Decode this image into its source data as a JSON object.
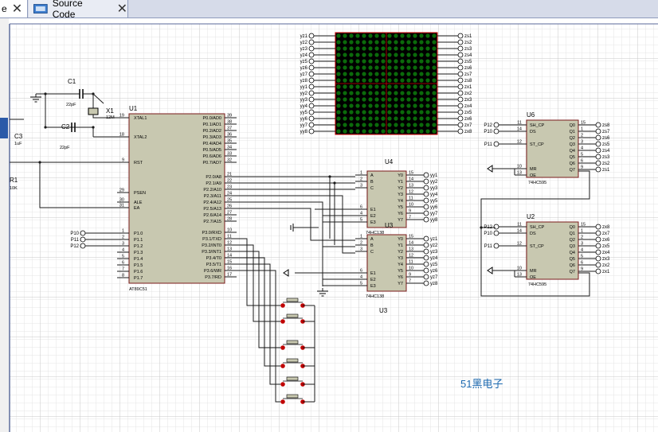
{
  "tabs": [
    {
      "label": "e",
      "closable": true
    },
    {
      "label": "Source Code",
      "closable": true
    }
  ],
  "mcu": {
    "name": "U1",
    "part": "AT89C51",
    "left_pins": [
      {
        "num": "19",
        "label": "XTAL1"
      },
      {
        "num": "18",
        "label": "XTAL2"
      },
      {
        "num": "9",
        "label": "RST"
      },
      {
        "num": "29",
        "label": "PSEN"
      },
      {
        "num": "30",
        "label": "ALE"
      },
      {
        "num": "31",
        "label": "EA"
      },
      {
        "num": "1",
        "label": "P1.0"
      },
      {
        "num": "2",
        "label": "P1.1"
      },
      {
        "num": "3",
        "label": "P1.2"
      },
      {
        "num": "4",
        "label": "P1.3"
      },
      {
        "num": "5",
        "label": "P1.4"
      },
      {
        "num": "6",
        "label": "P1.5"
      },
      {
        "num": "7",
        "label": "P1.6"
      },
      {
        "num": "8",
        "label": "P1.7"
      }
    ],
    "right_pins": [
      {
        "num": "39",
        "label": "P0.0/AD0"
      },
      {
        "num": "38",
        "label": "P0.1/AD1"
      },
      {
        "num": "37",
        "label": "P0.2/AD2"
      },
      {
        "num": "36",
        "label": "P0.3/AD3"
      },
      {
        "num": "35",
        "label": "P0.4/AD4"
      },
      {
        "num": "34",
        "label": "P0.5/AD5"
      },
      {
        "num": "33",
        "label": "P0.6/AD6"
      },
      {
        "num": "32",
        "label": "P0.7/AD7"
      },
      {
        "num": "21",
        "label": "P2.0/A8"
      },
      {
        "num": "22",
        "label": "P2.1/A9"
      },
      {
        "num": "23",
        "label": "P2.2/A10"
      },
      {
        "num": "24",
        "label": "P2.3/A11"
      },
      {
        "num": "25",
        "label": "P2.4/A12"
      },
      {
        "num": "26",
        "label": "P2.5/A13"
      },
      {
        "num": "27",
        "label": "P2.6/A14"
      },
      {
        "num": "28",
        "label": "P2.7/A15"
      },
      {
        "num": "10",
        "label": "P3.0/RXD"
      },
      {
        "num": "11",
        "label": "P3.1/TXD"
      },
      {
        "num": "12",
        "label": "P3.2/INT0"
      },
      {
        "num": "13",
        "label": "P3.3/INT1"
      },
      {
        "num": "14",
        "label": "P3.4/T0"
      },
      {
        "num": "15",
        "label": "P3.5/T1"
      },
      {
        "num": "16",
        "label": "P3.6/WR"
      },
      {
        "num": "17",
        "label": "P3.7/RD"
      }
    ],
    "port_labels": [
      "P10",
      "P11",
      "P12"
    ]
  },
  "passives": {
    "c1": {
      "name": "C1",
      "value": "22pF"
    },
    "c2": {
      "name": "C2",
      "value": "22pF"
    },
    "c3": {
      "name": "C3",
      "value": "1uF"
    },
    "x1": {
      "name": "X1",
      "value": "12M"
    },
    "r1": {
      "name": "R1",
      "value": "10K"
    }
  },
  "decoders": [
    {
      "name": "U4",
      "part": "74HC138",
      "outputs": [
        "yy1",
        "yy2",
        "yy3",
        "yy4",
        "yy5",
        "yy6",
        "yy7",
        "yy8"
      ]
    },
    {
      "name": "U3",
      "part": "74HC138",
      "outputs": [
        "yz1",
        "yz2",
        "yz3",
        "yz4",
        "yz5",
        "yz6",
        "yz7",
        "yz8"
      ]
    }
  ],
  "decoder_pins": {
    "left": [
      {
        "num": "1",
        "label": "A"
      },
      {
        "num": "2",
        "label": "B"
      },
      {
        "num": "3",
        "label": "C"
      },
      {
        "num": "6",
        "label": "E1"
      },
      {
        "num": "4",
        "label": "E2"
      },
      {
        "num": "5",
        "label": "E3"
      }
    ],
    "right": [
      {
        "num": "15",
        "label": "Y0"
      },
      {
        "num": "14",
        "label": "Y1"
      },
      {
        "num": "13",
        "label": "Y2"
      },
      {
        "num": "12",
        "label": "Y3"
      },
      {
        "num": "11",
        "label": "Y4"
      },
      {
        "num": "10",
        "label": "Y5"
      },
      {
        "num": "9",
        "label": "Y6"
      },
      {
        "num": "7",
        "label": "Y7"
      }
    ]
  },
  "shift_registers": [
    {
      "name": "U6",
      "part": "74HC595",
      "outputs": [
        "zs8",
        "zs7",
        "zs6",
        "zs5",
        "zs4",
        "zs3",
        "zs2",
        "zs1"
      ]
    },
    {
      "name": "U2",
      "part": "74HC595",
      "outputs": [
        "zx8",
        "zx7",
        "zx6",
        "zx5",
        "zx4",
        "zx3",
        "zx2",
        "zx1"
      ]
    }
  ],
  "shift_pins": {
    "left": [
      {
        "num": "11",
        "label": "SH_CP",
        "net": "P12"
      },
      {
        "num": "14",
        "label": "DS",
        "net": "P10"
      },
      {
        "num": "12",
        "label": "ST_CP",
        "net": "P11"
      },
      {
        "num": "10",
        "label": "MR",
        "net": ""
      },
      {
        "num": "13",
        "label": "OE",
        "net": ""
      }
    ],
    "right": [
      {
        "num": "15",
        "label": "Q0"
      },
      {
        "num": "1",
        "label": "Q1"
      },
      {
        "num": "2",
        "label": "Q2"
      },
      {
        "num": "3",
        "label": "Q3"
      },
      {
        "num": "4",
        "label": "Q4"
      },
      {
        "num": "5",
        "label": "Q5"
      },
      {
        "num": "6",
        "label": "Q6"
      },
      {
        "num": "9",
        "label": "Q7"
      }
    ]
  },
  "matrix": {
    "left_nets": [
      "yz1",
      "yz2",
      "yz3",
      "yz4",
      "yz5",
      "yz6",
      "yz7",
      "yz8",
      "yy1",
      "yy2",
      "yy3",
      "yy4",
      "yy5",
      "yy6",
      "yy7",
      "yy8"
    ],
    "right_nets": [
      "zs1",
      "zs2",
      "zs3",
      "zs4",
      "zs5",
      "zs6",
      "zs7",
      "zs8",
      "zx1",
      "zx2",
      "zx3",
      "zx4",
      "zx5",
      "zx6",
      "zx7",
      "zx8"
    ],
    "rows": 16,
    "cols": 16,
    "led_color": "#0b6a0b",
    "bg_color": "#000000",
    "frame_color": "#cc0000"
  },
  "switches_count": 6,
  "watermark": "51黑电子",
  "colors": {
    "component_fill": "#c8c8b0",
    "component_stroke": "#7a1a1a",
    "wire": "#1a1a1a",
    "grid_minor": "#e4e4e4",
    "grid_major": "#c8c8c8",
    "label_blue": "#1c69b0",
    "pin_red": "#c00000"
  }
}
